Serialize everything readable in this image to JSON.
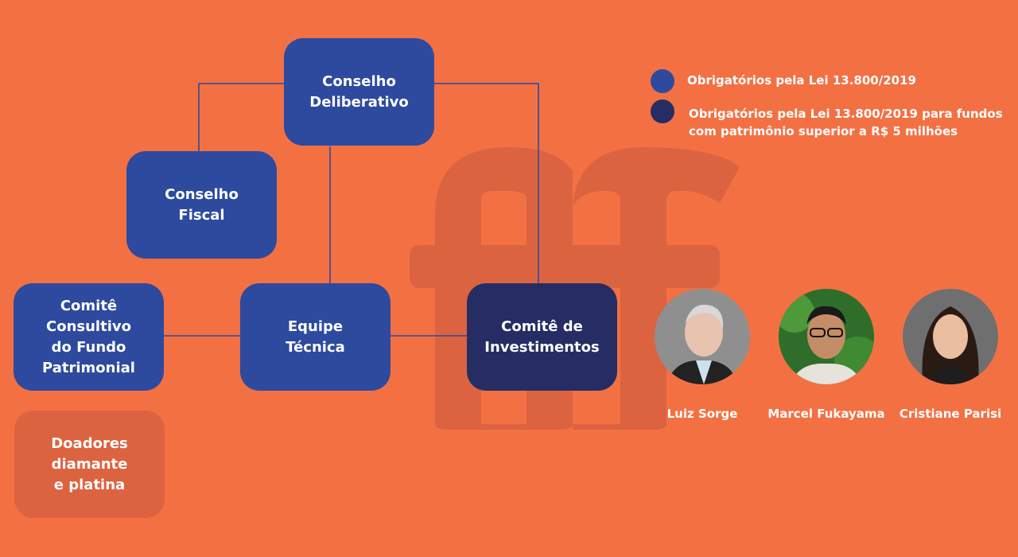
{
  "colors": {
    "background": "#F37043",
    "mandatory": "#2D4A9F",
    "mandatory_large_funds": "#252D64",
    "other": "#DC6340",
    "watermark": "#DC6340"
  },
  "watermark_logo": "fff",
  "boxes": {
    "conselho_deliberativo": "Conselho\nDeliberativo",
    "conselho_fiscal": "Conselho\nFiscal",
    "comite_consultivo": "Comitê\nConsultivo\ndo Fundo\nPatrimonial",
    "equipe_tecnica": "Equipe\nTécnica",
    "comite_investimentos": "Comitê de\nInvestimentos",
    "doadores": "Doadores\ndiamante\ne platina"
  },
  "legend": [
    {
      "label": "Obrigatórios pela Lei 13.800/2019"
    },
    {
      "label": "Obrigatórios pela Lei 13.800/2019 para fundos\ncom patrimônio superior a R$ 5 milhões"
    }
  ],
  "members": [
    {
      "name": "Luiz Sorge"
    },
    {
      "name": "Marcel Fukayama"
    },
    {
      "name": "Cristiane Parisi"
    }
  ]
}
